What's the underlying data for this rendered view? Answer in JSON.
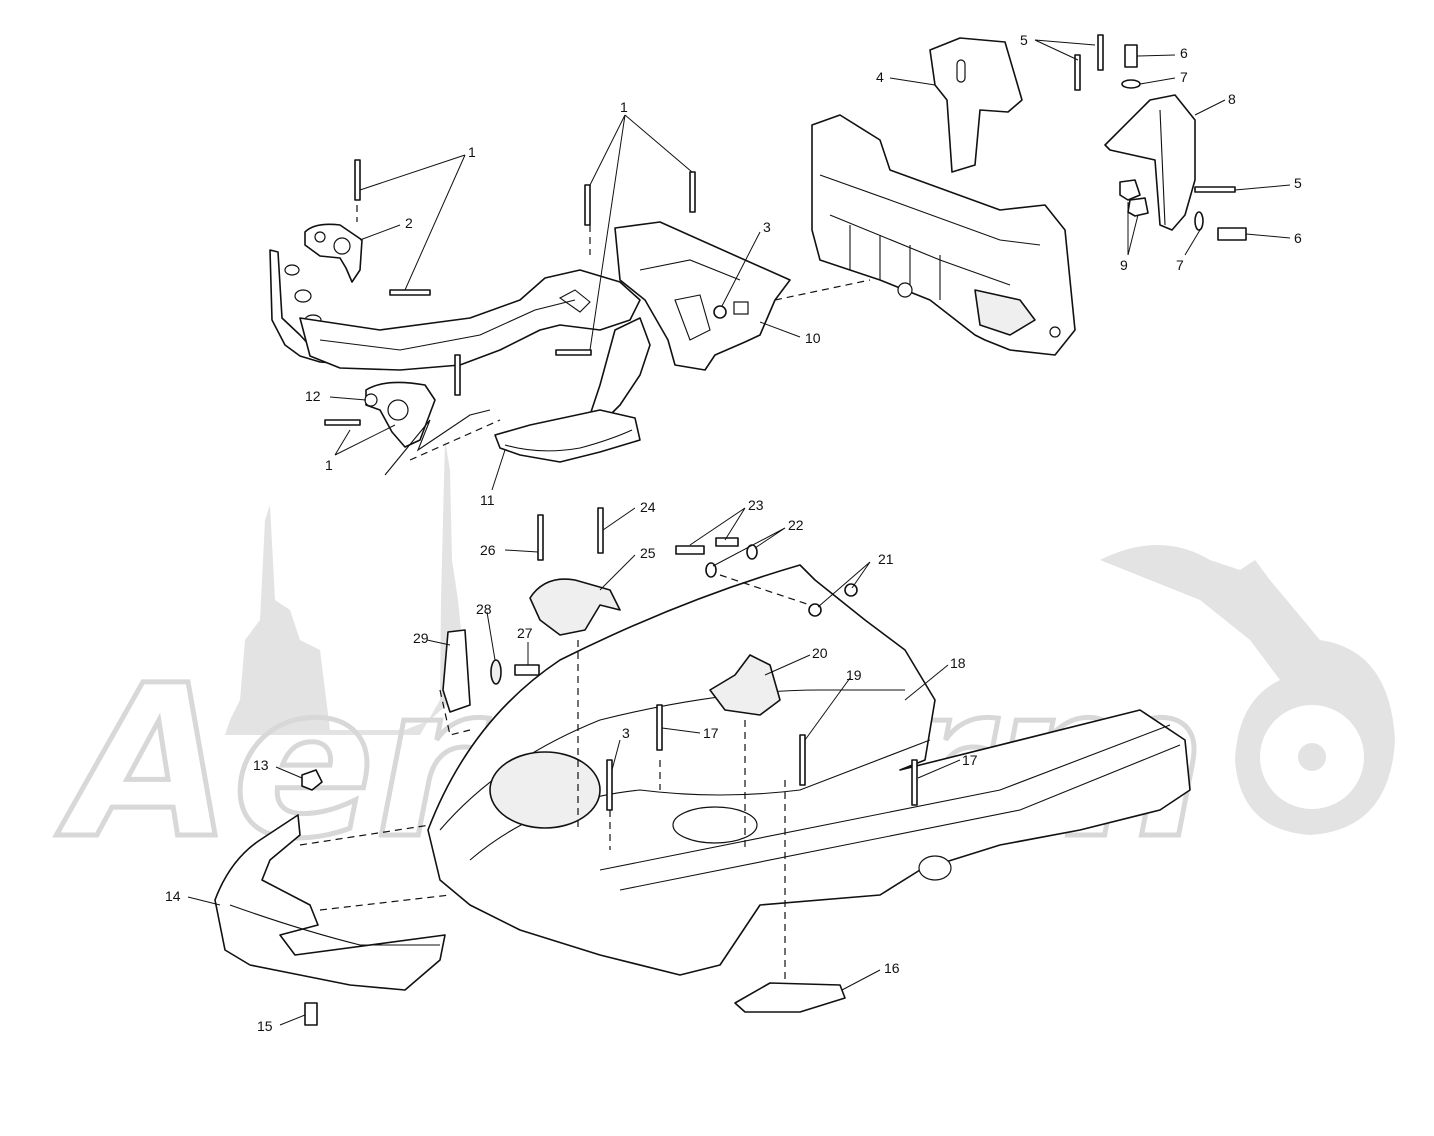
{
  "watermark": {
    "text": "AeroFarm"
  },
  "callouts": [
    {
      "id": "c1a",
      "label": "1"
    },
    {
      "id": "c1b",
      "label": "1"
    },
    {
      "id": "c1c",
      "label": "1"
    },
    {
      "id": "c2",
      "label": "2"
    },
    {
      "id": "c3a",
      "label": "3"
    },
    {
      "id": "c3b",
      "label": "3"
    },
    {
      "id": "c4",
      "label": "4"
    },
    {
      "id": "c5a",
      "label": "5"
    },
    {
      "id": "c5b",
      "label": "5"
    },
    {
      "id": "c6a",
      "label": "6"
    },
    {
      "id": "c6b",
      "label": "6"
    },
    {
      "id": "c7a",
      "label": "7"
    },
    {
      "id": "c7b",
      "label": "7"
    },
    {
      "id": "c8",
      "label": "8"
    },
    {
      "id": "c9",
      "label": "9"
    },
    {
      "id": "c10",
      "label": "10"
    },
    {
      "id": "c11",
      "label": "11"
    },
    {
      "id": "c12",
      "label": "12"
    },
    {
      "id": "c13",
      "label": "13"
    },
    {
      "id": "c14",
      "label": "14"
    },
    {
      "id": "c15",
      "label": "15"
    },
    {
      "id": "c16",
      "label": "16"
    },
    {
      "id": "c17a",
      "label": "17"
    },
    {
      "id": "c17b",
      "label": "17"
    },
    {
      "id": "c18",
      "label": "18"
    },
    {
      "id": "c19",
      "label": "19"
    },
    {
      "id": "c20",
      "label": "20"
    },
    {
      "id": "c21",
      "label": "21"
    },
    {
      "id": "c22",
      "label": "22"
    },
    {
      "id": "c23",
      "label": "23"
    },
    {
      "id": "c24",
      "label": "24"
    },
    {
      "id": "c25",
      "label": "25"
    },
    {
      "id": "c26",
      "label": "26"
    },
    {
      "id": "c27",
      "label": "27"
    },
    {
      "id": "c28",
      "label": "28"
    },
    {
      "id": "c29",
      "label": "29"
    }
  ]
}
